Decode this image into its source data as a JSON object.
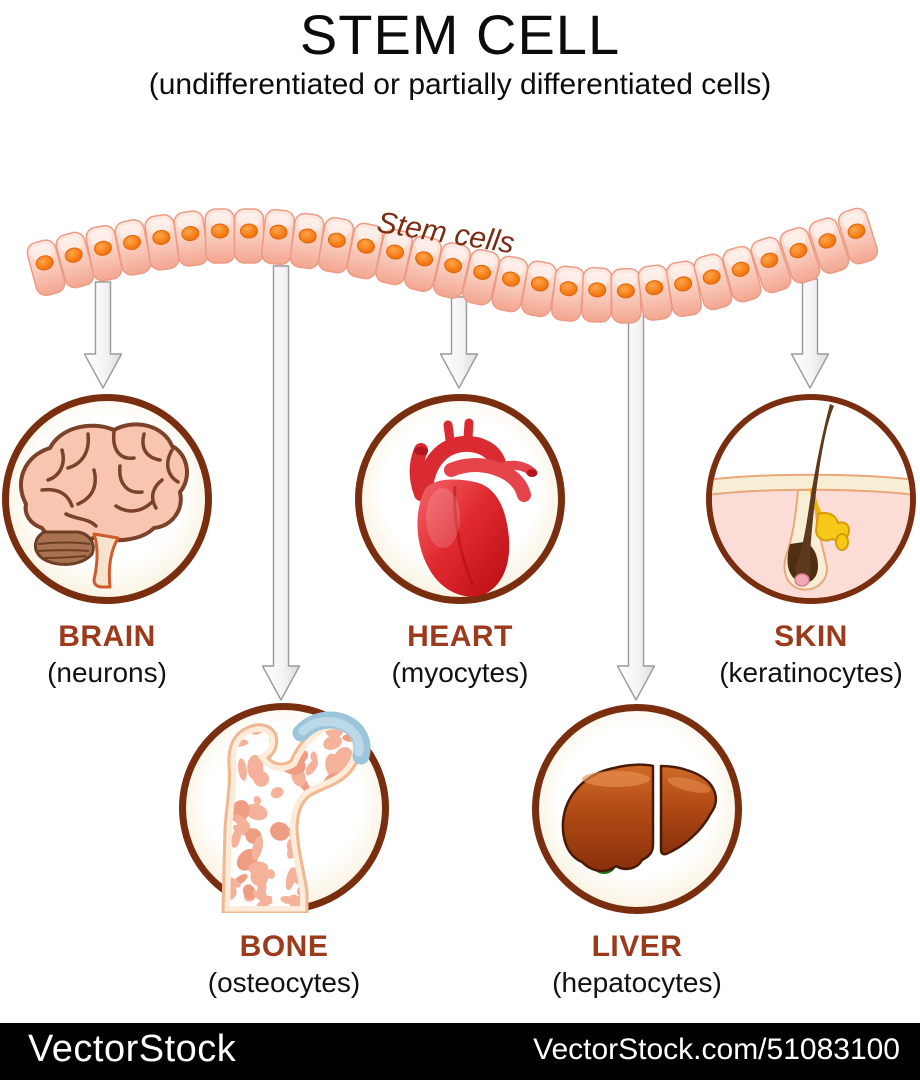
{
  "title": "STEM CELL",
  "subtitle": "(undifferentiated or partially differentiated cells)",
  "band_label": "Stem cells",
  "organs": [
    {
      "name": "BRAIN",
      "cell_type": "(neurons)"
    },
    {
      "name": "HEART",
      "cell_type": "(myocytes)"
    },
    {
      "name": "SKIN",
      "cell_type": "(keratinocytes)"
    },
    {
      "name": "BONE",
      "cell_type": "(osteocytes)"
    },
    {
      "name": "LIVER",
      "cell_type": "(hepatocytes)"
    }
  ],
  "watermark": {
    "brand": "VectorStock",
    "reference": "VectorStock.com/51083100"
  },
  "colors": {
    "organ_label": "#9c3a1c",
    "stem_label": "#7a2c12",
    "circle_ring": "#7a2e10",
    "cell_body": "#f8c9ba",
    "cell_nucleus": "#f57d15",
    "arrow_fill": "#f3f3f5",
    "arrow_stroke": "#9a9a9a",
    "watermark_bg": "#000000",
    "watermark_text": "#ffffff"
  }
}
